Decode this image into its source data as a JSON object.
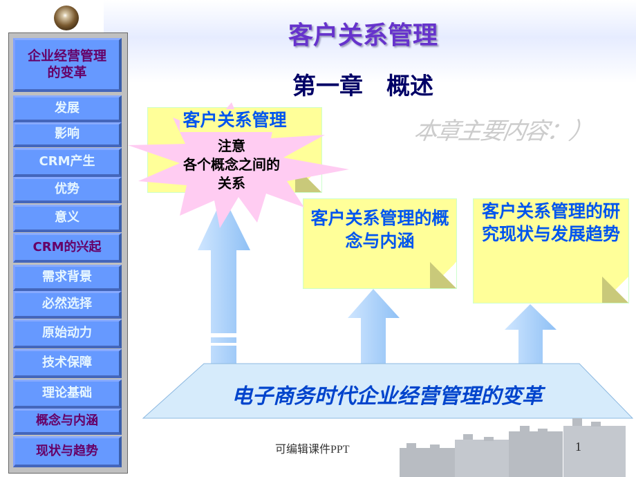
{
  "slide": {
    "title": "客户关系管理",
    "chapter": "第一章　概述",
    "subtitle_art": "本章主要内容：）",
    "footer": "可编辑课件PPT",
    "page_number": "1"
  },
  "sidebar": {
    "header": "企业经营管理的变革",
    "items": [
      {
        "label": "发展"
      },
      {
        "label": "影响"
      },
      {
        "label": "CRM产生"
      },
      {
        "label": "优势"
      },
      {
        "label": "意义"
      },
      {
        "label": "CRM的兴起"
      },
      {
        "label": "需求背景"
      },
      {
        "label": "必然选择"
      },
      {
        "label": "原始动力"
      },
      {
        "label": "技术保障"
      },
      {
        "label": "理论基础"
      },
      {
        "label": "概念与内涵"
      },
      {
        "label": "现状与趋势"
      }
    ]
  },
  "notes": [
    {
      "text": "客户关系管理"
    },
    {
      "text": "客户关系管理的概念与内涵"
    },
    {
      "text": "客户关系管理的研究现状与发展趋势"
    }
  ],
  "callout": {
    "line1": "注意",
    "line2": "各个概念之间的",
    "line3": "关系"
  },
  "base": {
    "text": "电子商务时代企业经营管理的变革"
  },
  "colors": {
    "button": "#6699ff",
    "title": "#6633cc",
    "note": "#ffff99",
    "note_text": "#0055ee",
    "arrow": "#99ccff",
    "highlight": "#660066"
  }
}
